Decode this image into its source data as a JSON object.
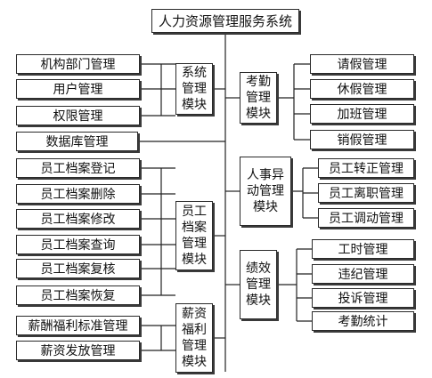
{
  "title": "人力资源管理服务系统",
  "standalone": "数据库管理",
  "modules": {
    "system": {
      "label": "系统管理模块",
      "children": [
        "机构部门管理",
        "用户管理",
        "权限管理"
      ]
    },
    "archive": {
      "label": "员工档案管理模块",
      "children": [
        "员工档案登记",
        "员工档案删除",
        "员工档案修改",
        "员工档案查询",
        "员工档案复核",
        "员工档案恢复"
      ]
    },
    "salary": {
      "label": "薪资福利管理模块",
      "children": [
        "薪酬福利标准管理",
        "薪资发放管理"
      ]
    },
    "attendance": {
      "label": "考勤管理模块",
      "children": [
        "请假管理",
        "休假管理",
        "加班管理",
        "销假管理"
      ]
    },
    "transfer": {
      "label": "人事异动管理模块",
      "children": [
        "员工转正管理",
        "员工离职管理",
        "员工调动管理"
      ]
    },
    "performance": {
      "label": "绩效管理模块",
      "children": [
        "工时管理",
        "违纪管理",
        "投诉管理",
        "考勤统计"
      ]
    }
  }
}
